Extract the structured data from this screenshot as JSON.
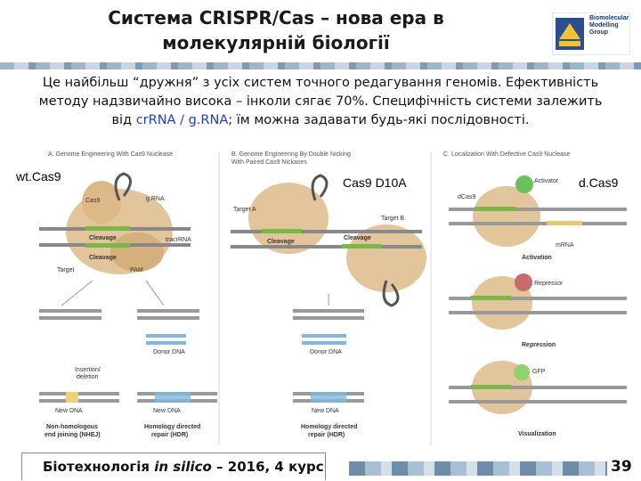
{
  "slide": {
    "title_line1": "Система CRISPR/Cas – нова ера в",
    "title_line2": "молекулярній біології",
    "logo_text_line1": "Biomolecular",
    "logo_text_line2": "Modelling",
    "logo_text_line3": "Group",
    "para_line1": "Це найбільш “дружня” з усіх систем точного редагування геномів. Ефективність",
    "para_line2": "методу надзвичайно висока – інколи сягає 70%. Специфічність системи залежить",
    "para_line3_a": "від ",
    "para_line3_hl1": "crRNA",
    "para_line3_sep": " / ",
    "para_line3_hl2": "g.RNA",
    "para_line3_b": "; їм можна задавати будь-які послідовності.",
    "label_wt": "wt.Cas9",
    "label_d10a": "Cas9 D10A",
    "label_dcas": "d.Cas9",
    "footer_a": "Біотехнологія ",
    "footer_i": "in silico",
    "footer_b": " – 2016, 4 курс",
    "page": "39"
  },
  "figure": {
    "panel_a": "A. Genome Engineering With Cas9 Nuclease",
    "panel_b_1": "B. Genome Engineering By Double Nicking",
    "panel_b_2": "With Paired Cas9 Nickases",
    "panel_c": "C. Localization With Defective Cas9 Nuclease",
    "a_cas9": "Cas9",
    "a_grna": "g.RNA",
    "a_cleavage1": "Cleavage",
    "a_cleavage2": "Cleavage",
    "a_tracrna": "tracrRNA",
    "a_target": "Target",
    "a_pam": "PAM",
    "a_insertion": "Insertion/",
    "a_deletion": "deletion",
    "a_donor": "Donor DNA",
    "a_newdna1": "New DNA",
    "a_newdna2": "New DNA",
    "a_nhej1": "Non-homologous",
    "a_nhej2": "end joining (NHEJ)",
    "a_hdr1": "Homology directed",
    "a_hdr2": "repair (HDR)",
    "b_target_a": "Target A",
    "b_target_b": "Target B",
    "b_cleavage1": "Cleavage",
    "b_cleavage2": "Cleavage",
    "b_donor": "Donor DNA",
    "b_newdna": "New DNA",
    "b_hdr1": "Homology directed",
    "b_hdr2": "repair (HDR)",
    "c_dcas9": "dCas9",
    "c_activator": "Activator",
    "c_mrna": "mRNA",
    "c_activation": "Activation",
    "c_repressor": "Repressor",
    "c_repression": "Repression",
    "c_gfp": "GFP",
    "c_visualization": "Visualization"
  }
}
